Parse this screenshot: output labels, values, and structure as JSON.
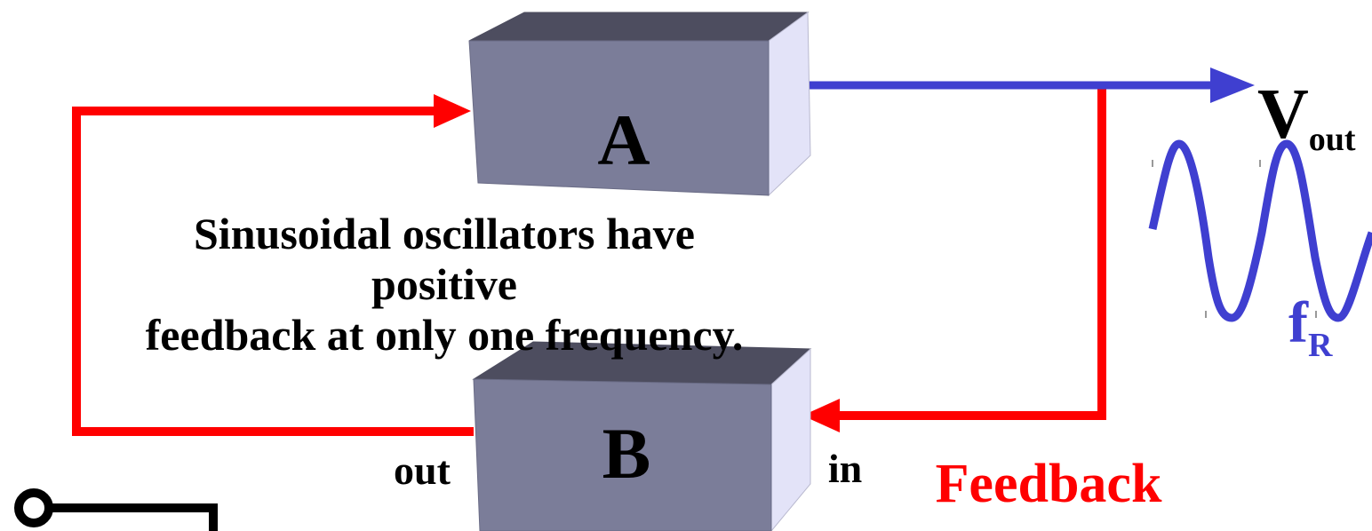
{
  "block_a": {
    "label": "A"
  },
  "block_b": {
    "label": "B"
  },
  "caption": {
    "line1": "Sinusoidal oscillators have positive",
    "line2": "feedback at only one frequency."
  },
  "output": {
    "symbol": "V",
    "subscript": "out"
  },
  "frequency": {
    "symbol": "f",
    "subscript": "R"
  },
  "terminals": {
    "out_label": "out",
    "in_label": "in"
  },
  "feedback_label": "Feedback",
  "colors": {
    "forward_path": "#3f3fd0",
    "feedback_path": "#ff0000",
    "block_front": "#7b7d99",
    "block_top": "#4d4d5f",
    "block_side": "#e3e3f8",
    "waveform": "#3f3fd0"
  }
}
